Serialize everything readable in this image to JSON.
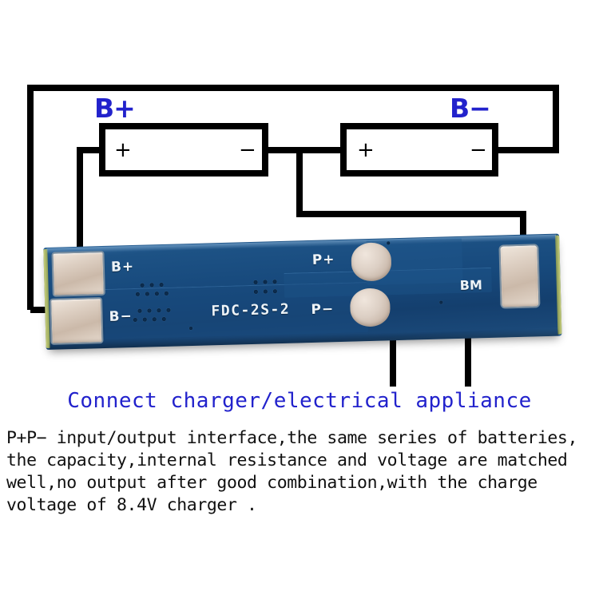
{
  "diagram": {
    "title_terminals": {
      "b_plus": "B+",
      "b_minus": "B−"
    },
    "battery_1": {
      "positive": "+",
      "negative": "−"
    },
    "battery_2": {
      "positive": "+",
      "negative": "−"
    },
    "wire_color": "#000000",
    "label_color": "#2222cc"
  },
  "pcb": {
    "model": "FDC-2S-2",
    "pads": {
      "b_plus": "B+",
      "b_minus": "B−",
      "p_plus": "P+",
      "p_minus": "P−",
      "bm": "BM"
    },
    "board_color": "#17497c",
    "silk_color": "#eef4f8"
  },
  "caption": {
    "text": "Connect charger/electrical appliance",
    "color": "#2222cc"
  },
  "description": {
    "line1": "P+P− input/output interface,the same series of batteries,",
    "line2": "the capacity,internal resistance and voltage are matched",
    "line3": "well,no output after good combination,with the charge",
    "line4": "voltage of 8.4V charger ."
  }
}
